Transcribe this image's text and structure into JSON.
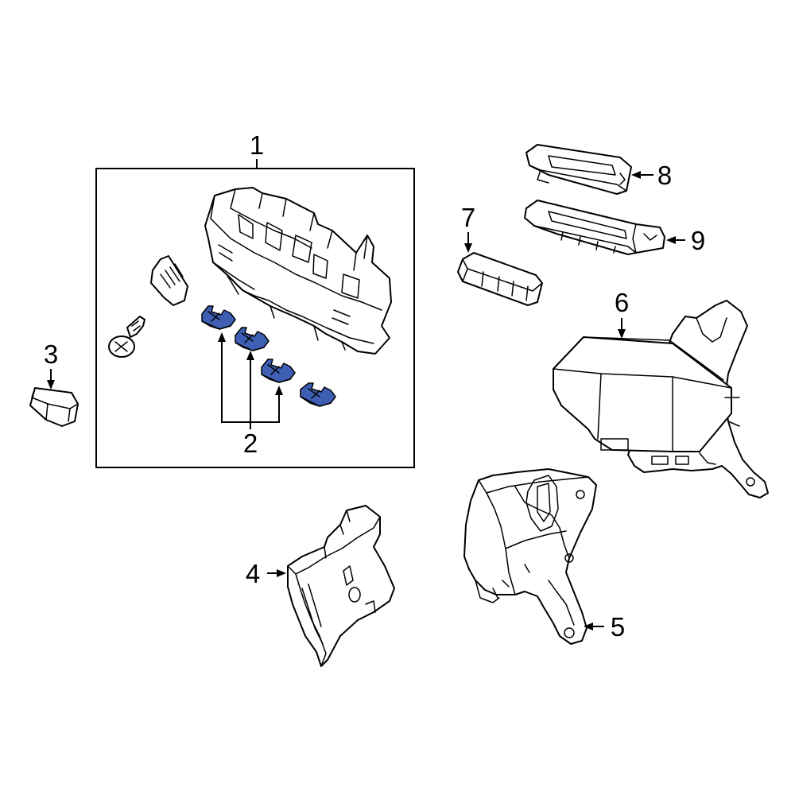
{
  "callouts": {
    "c1": "1",
    "c2": "2",
    "c3": "3",
    "c4": "4",
    "c5": "5",
    "c6": "6",
    "c7": "7",
    "c8": "8",
    "c9": "9"
  },
  "colors": {
    "highlight_part": "#3f5fb5",
    "line": "#000000",
    "background": "#ffffff"
  }
}
